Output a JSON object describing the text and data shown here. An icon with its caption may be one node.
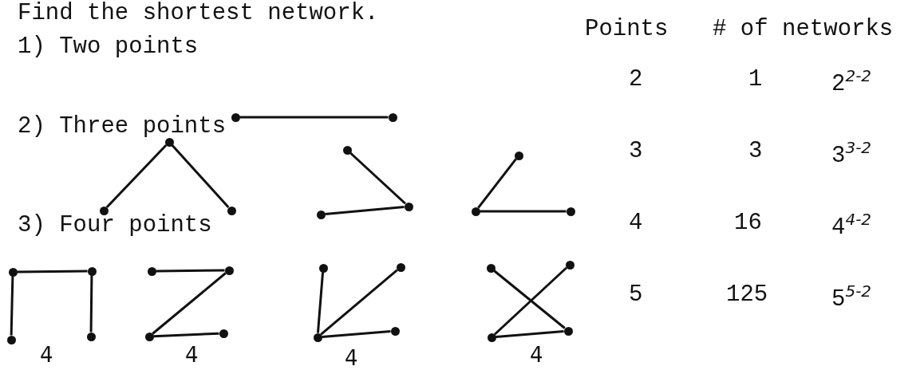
{
  "diagram": {
    "title": "Find the shortest network.",
    "nodes": [
      {
        "text": [],
        "shape": "circle"
      },
      {
        "text": [],
        "shape": "circle"
      },
      {
        "text": [],
        "shape": "circle"
      },
      {
        "text": [],
        "shape": "circle"
      },
      {
        "text": [],
        "shape": "circle"
      },
      {
        "text": [],
        "shape": "circle"
      },
      {
        "text": [],
        "shape": "circle"
      },
      {
        "text": [],
        "shape": "circle"
      },
      {
        "text": [],
        "shape": "circle"
      },
      {
        "text": [],
        "shape": "circle"
      },
      {
        "text": [],
        "shape": "circle"
      },
      {
        "text": [],
        "shape": "circle"
      },
      {
        "text": [],
        "shape": "circle"
      },
      {
        "text": [],
        "shape": "circle"
      },
      {
        "text": [],
        "shape": "circle"
      },
      {
        "text": [],
        "shape": "circle"
      },
      {
        "text": [],
        "shape": "circle"
      },
      {
        "text": [],
        "shape": "circle"
      },
      {
        "text": [],
        "shape": "circle"
      },
      {
        "text": [],
        "shape": "circle"
      },
      {
        "text": [],
        "shape": "circle"
      },
      {
        "text": [],
        "shape": "circle"
      },
      {
        "text": [],
        "shape": "circle"
      },
      {
        "text": [],
        "shape": "circle"
      },
      {
        "text": [],
        "shape": "circle"
      },
      {
        "text": [],
        "shape": "circle"
      },
      {
        "text": [],
        "shape": "circle"
      }
    ],
    "edges": [
      {
        "from": 0,
        "to": 1,
        "arrow": "none"
      },
      {
        "from": 2,
        "to": 3,
        "arrow": "none"
      },
      {
        "from": 2,
        "to": 4,
        "arrow": "none"
      },
      {
        "from": 5,
        "to": 7,
        "arrow": "none"
      },
      {
        "from": 6,
        "to": 7,
        "arrow": "none"
      },
      {
        "from": 8,
        "to": 9,
        "arrow": "none"
      },
      {
        "from": 9,
        "to": 10,
        "arrow": "none"
      },
      {
        "from": 11,
        "to": 12,
        "arrow": "none"
      },
      {
        "from": 11,
        "to": 13,
        "arrow": "none"
      },
      {
        "from": 12,
        "to": 14,
        "arrow": "none"
      },
      {
        "from": 15,
        "to": 16,
        "arrow": "none"
      },
      {
        "from": 16,
        "to": 17,
        "arrow": "none"
      },
      {
        "from": 17,
        "to": 18,
        "arrow": "none"
      },
      {
        "from": 19,
        "to": 21,
        "arrow": "none"
      },
      {
        "from": 21,
        "to": 20,
        "arrow": "none"
      },
      {
        "from": 21,
        "to": 22,
        "arrow": "none"
      },
      {
        "from": 23,
        "to": 26,
        "arrow": "none"
      },
      {
        "from": 25,
        "to": 24,
        "arrow": "none"
      },
      {
        "from": 25,
        "to": 26,
        "arrow": "none"
      }
    ],
    "labels": [
      "1) Two points",
      "Points",
      "# of networks",
      "2",
      "1",
      "2$^{2-2}$",
      "2) Three points",
      "3",
      "3",
      "3$^{3-2}$",
      "3) Four points",
      "4",
      "16",
      "4$^{4-2}$",
      "5",
      "125",
      "5$^{5-2}$",
      "4",
      "4",
      "4",
      "4"
    ]
  }
}
